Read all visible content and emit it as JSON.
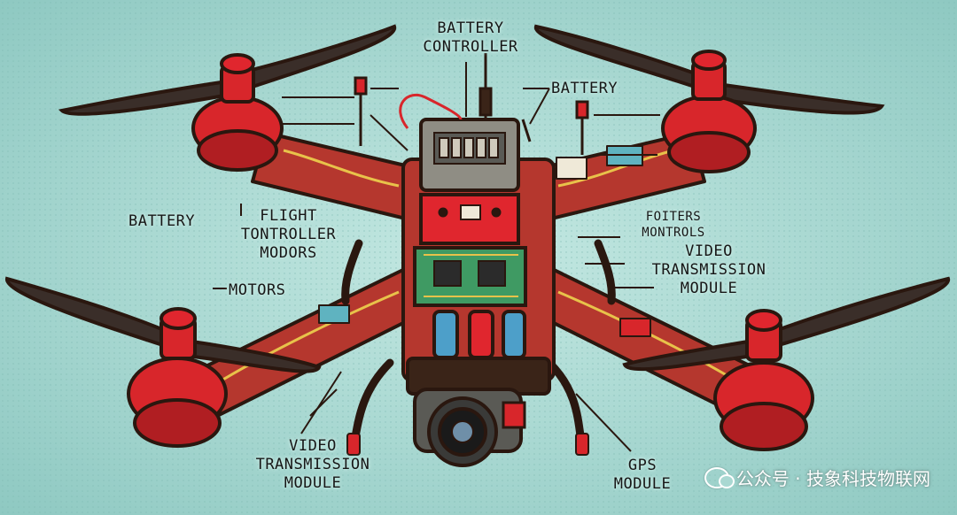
{
  "labels": {
    "battery_controller": [
      "BATTERY",
      "CONTROLLER"
    ],
    "battery_right": "BATTERY",
    "battery_left": "BATTERY",
    "flight_controller": [
      "FLIGHT",
      "TONTROLLER",
      "MODORS"
    ],
    "motors": "MOTORS",
    "foiters_montrols": [
      "FOITERS",
      "MONTROLS"
    ],
    "video_transmission_right": [
      "VIDEO",
      "TRANSMISSION",
      "MODULE"
    ],
    "video_transmission_bottom": [
      "VIDEO",
      "TRANSMISSION",
      "MODULE"
    ],
    "gps_module": [
      "GPS",
      "MODULE"
    ]
  },
  "watermark": "公众号 · 技象科技物联网",
  "colors": {
    "background": "#a9d8d2",
    "motor_red": "#d8262b",
    "frame_dark": "#3a2418",
    "pcb_green": "#3f9a63"
  },
  "icons": [
    "wechat-icon"
  ]
}
